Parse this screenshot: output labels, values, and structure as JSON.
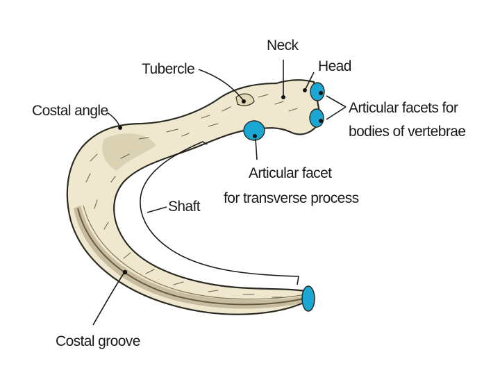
{
  "labels": {
    "neck": "Neck",
    "head": "Head",
    "tubercle": "Tubercle",
    "costal_angle": "Costal angle",
    "articular_facets_line1": "Articular facets for",
    "articular_facets_line2": "bodies of vertebrae",
    "articular_facet_line1": "Articular facet",
    "articular_facet_line2": "for transverse process",
    "shaft": "Shaft",
    "costal_groove": "Costal groove"
  },
  "colors": {
    "bone_fill": "#efe8cf",
    "bone_outline": "#2a2a22",
    "bone_shadow": "#c9bf9c",
    "facet": "#1aa7d4",
    "groove": "#6a5a3a"
  }
}
